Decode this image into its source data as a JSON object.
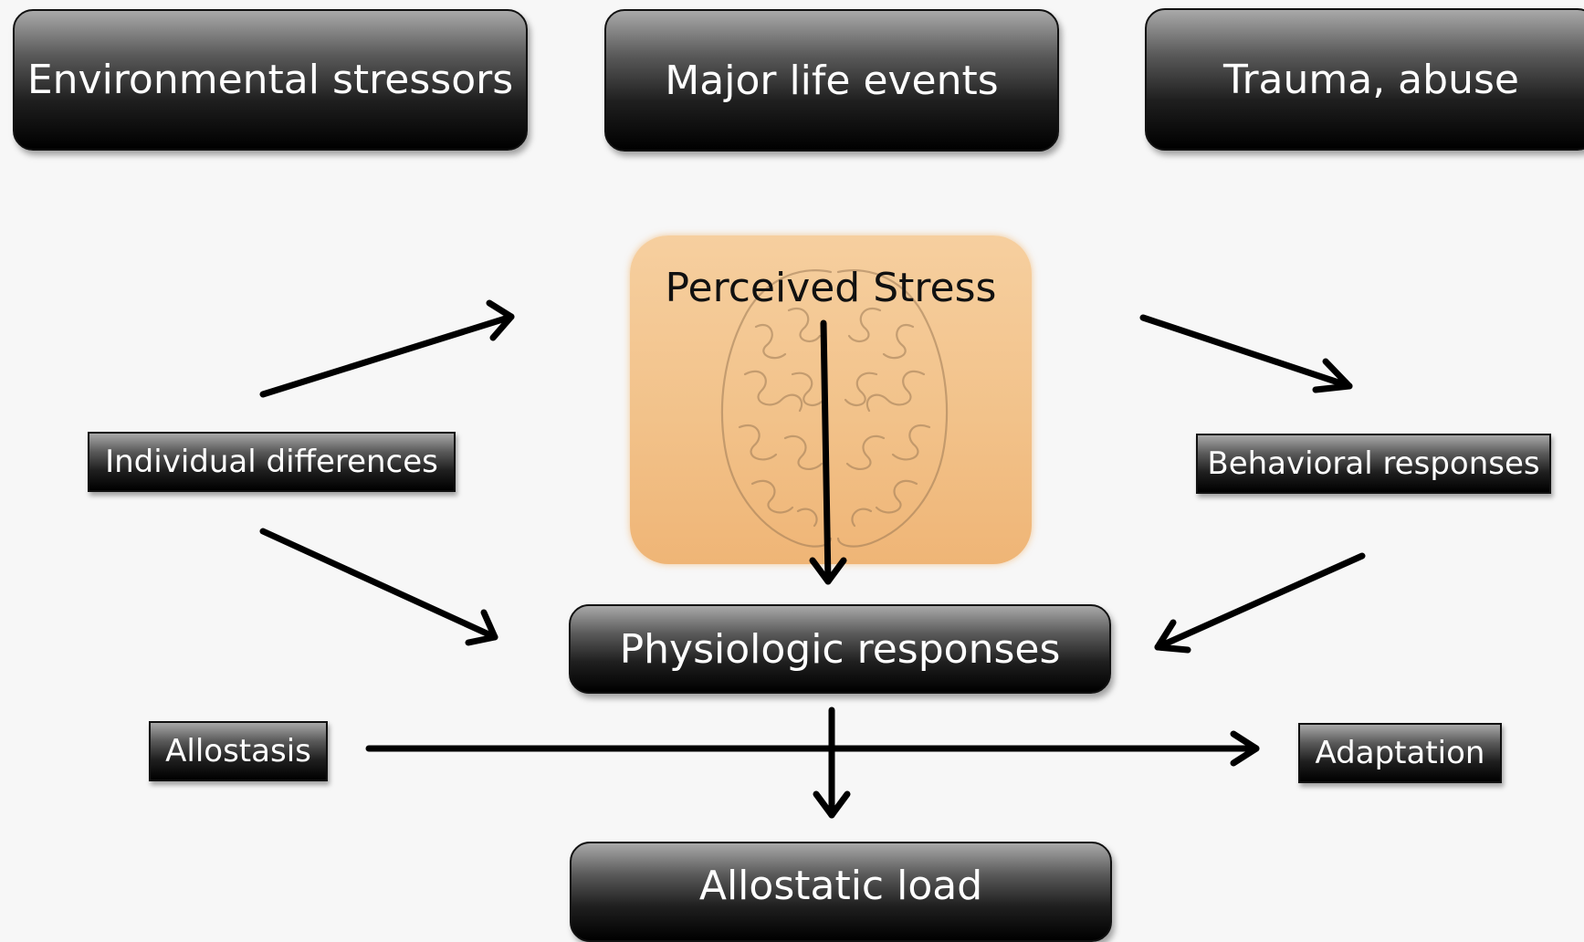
{
  "stressors": {
    "environmental": "Environmental stressors",
    "life_events": "Major life events",
    "trauma": "Trauma, abuse"
  },
  "center": {
    "perceived_stress": "Perceived Stress",
    "image_icon": "brain-icon",
    "accent_color": "#f2c28a"
  },
  "modifiers": {
    "individual_differences": "Individual differences",
    "behavioral_responses": "Behavioral responses"
  },
  "outcomes": {
    "physiologic_responses": "Physiologic responses",
    "allostasis": "Allostasis",
    "adaptation": "Adaptation",
    "allostatic_load": "Allostatic load"
  }
}
